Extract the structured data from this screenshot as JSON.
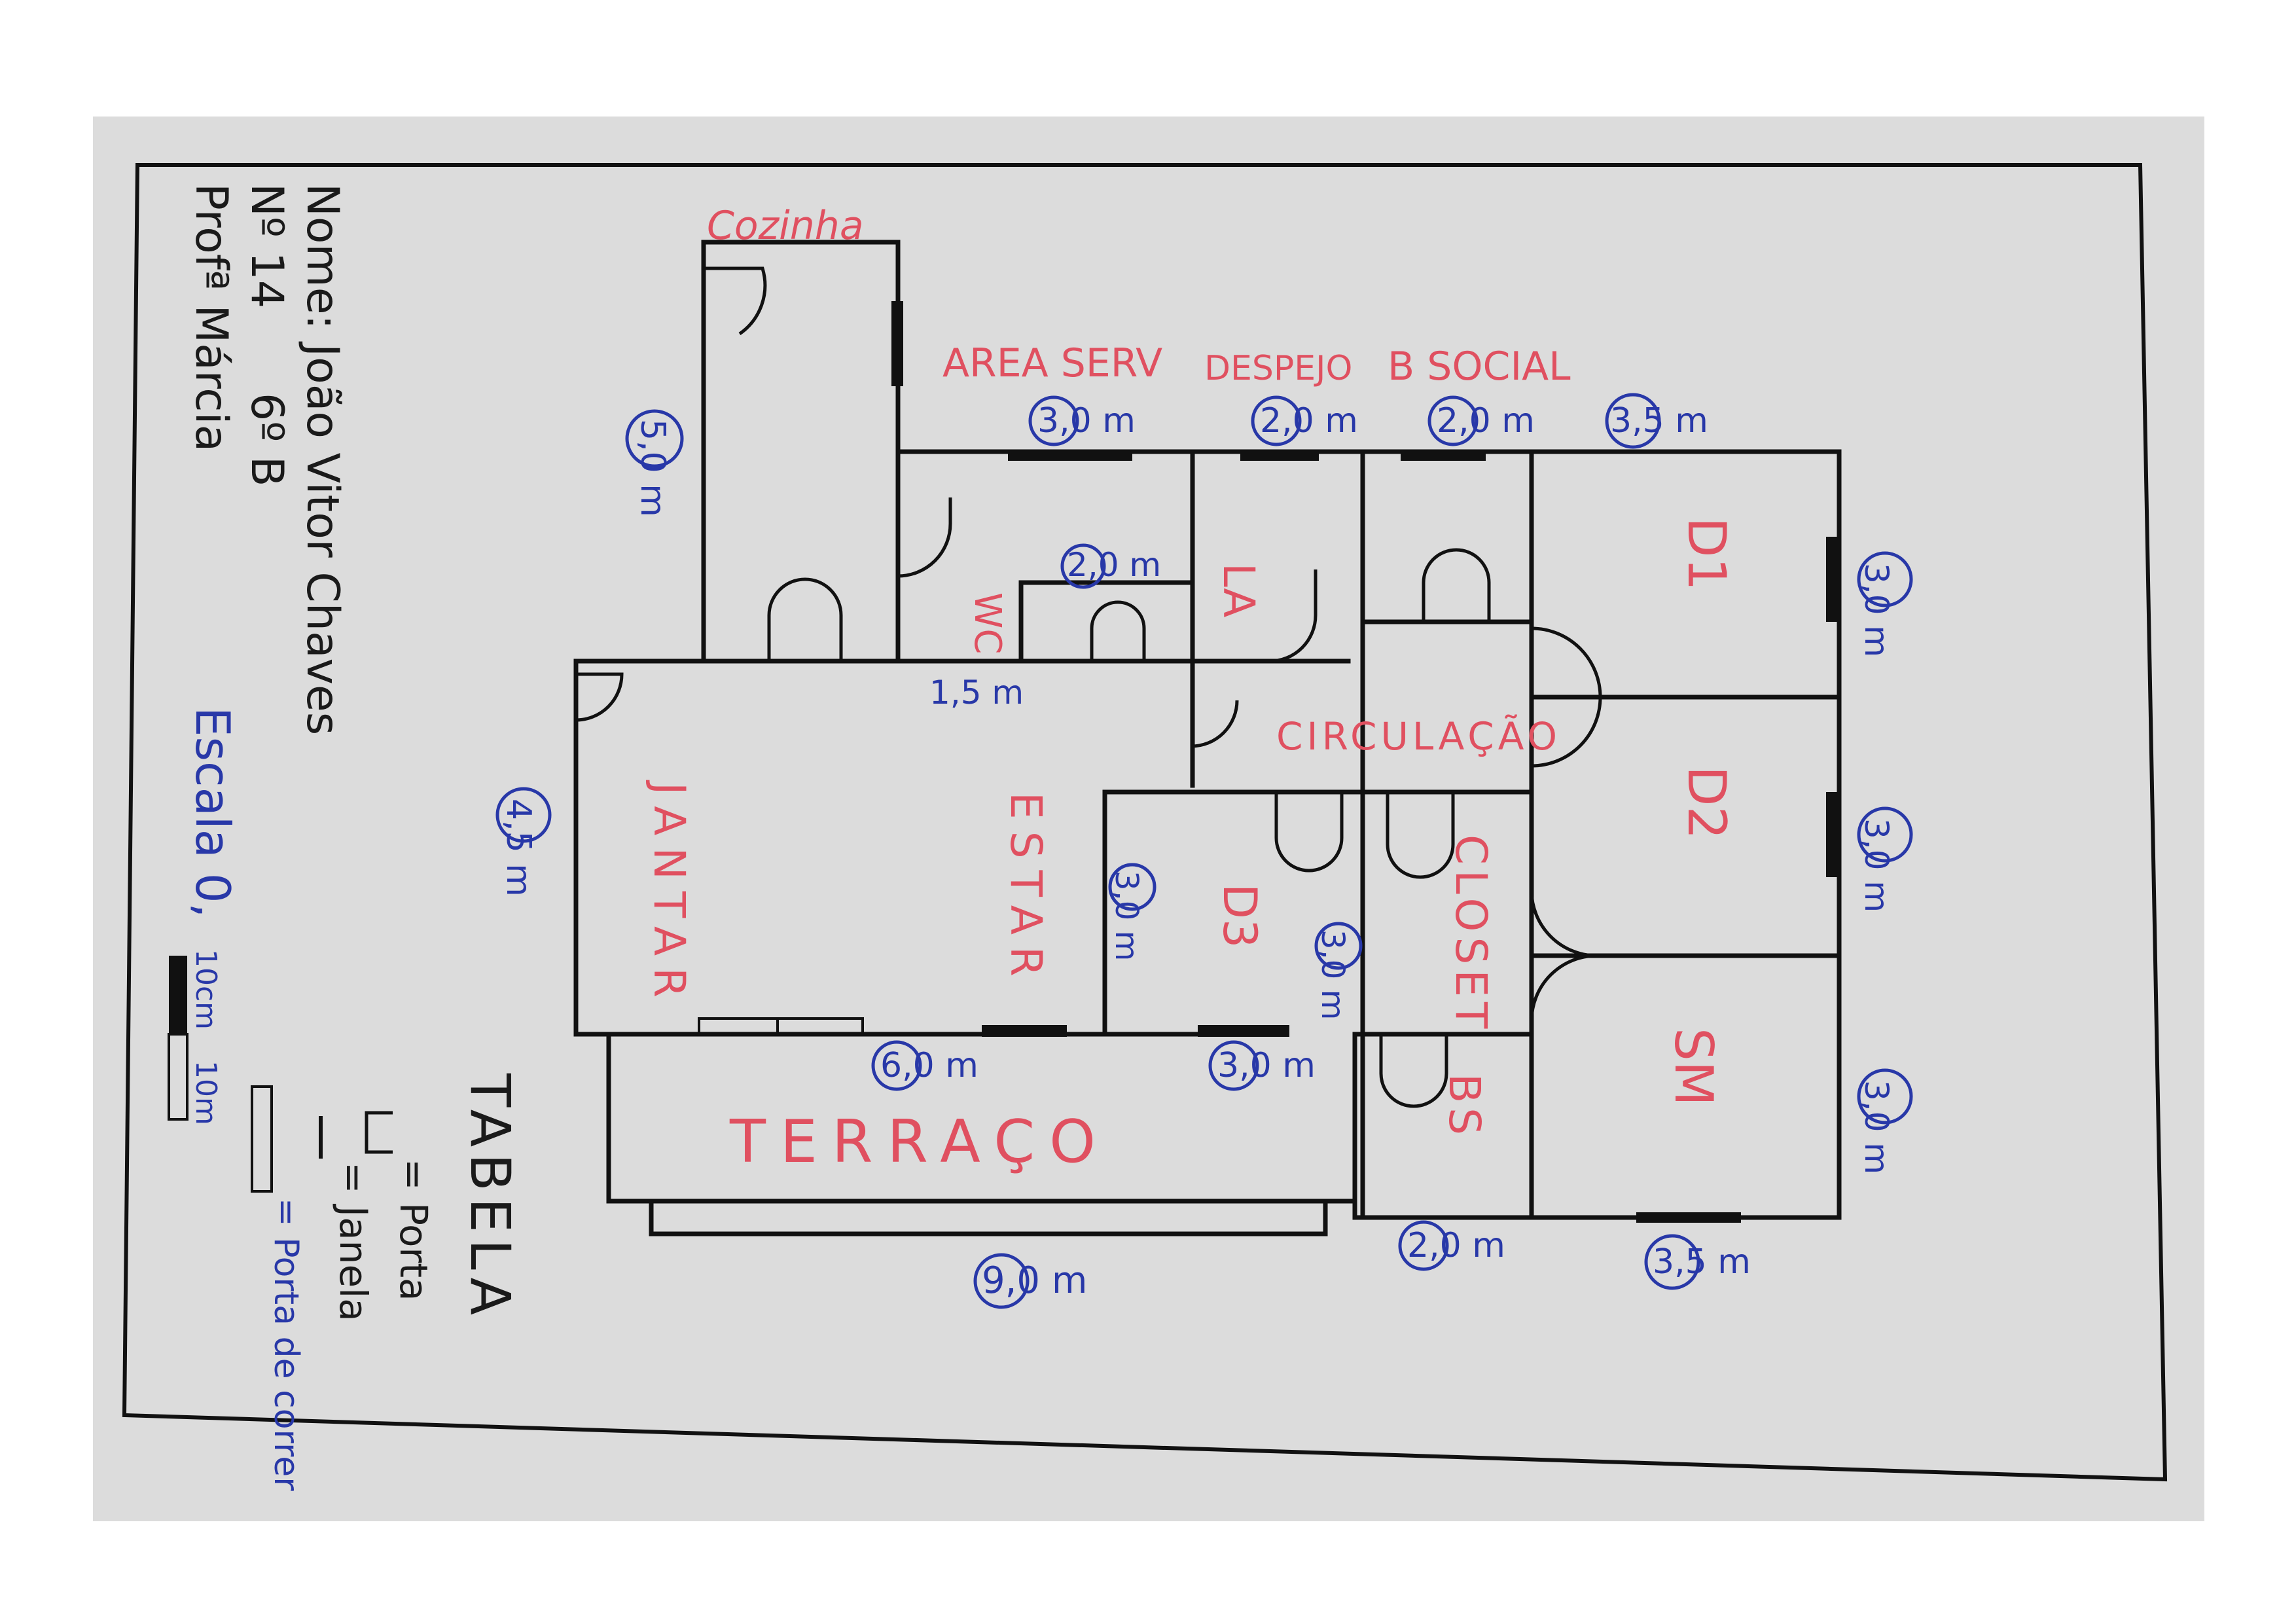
{
  "header": {
    "name": "Nome: João Vitor Chaves",
    "number": "Nº 14",
    "class": "6º B",
    "teacher": "Profª Márcia"
  },
  "scale": {
    "label": "Escala 0,",
    "bar_left": "10cm",
    "bar_right": "10m"
  },
  "legend": {
    "title": "TABELA",
    "door": "= Porta",
    "window": "= Janela",
    "sliding_door": "= Porta de correr"
  },
  "rooms": {
    "cozinha": "Cozinha",
    "area_serv": "AREA SERV",
    "despejo": "DESPEJO",
    "b_social": "B SOCIAL",
    "wc": "WC",
    "la": "LA",
    "d1": "D1",
    "d2": "D2",
    "d3": "D3",
    "circulacao": "CIRCULAÇÃO",
    "jantar": "JANTAR",
    "estar": "ESTAR",
    "closet": "CLOSET",
    "bs": "BS",
    "sm": "SM",
    "terraco": "TERRAÇO"
  },
  "dimensions": {
    "cozinha_len": "5,0 m",
    "area_serv_w": "3,0 m",
    "despejo_w": "2,0 m",
    "b_social_w": "2,0 m",
    "d1_top_w": "3,5 m",
    "inner_w": "2,0 m",
    "wc_w": "1,5 m",
    "d1_h": "3,0 m",
    "d2_h": "3,0 m",
    "sm_h": "3,0 m",
    "jantar_h": "4,5 m",
    "d3_h_left": "3,0 m",
    "d3_h_right": "3,0 m",
    "estar_w": "6,0 m",
    "d3_w": "3,0 m",
    "terraco_w": "9,0 m",
    "bs_w": "2,0 m",
    "sm_w": "3,5 m"
  }
}
